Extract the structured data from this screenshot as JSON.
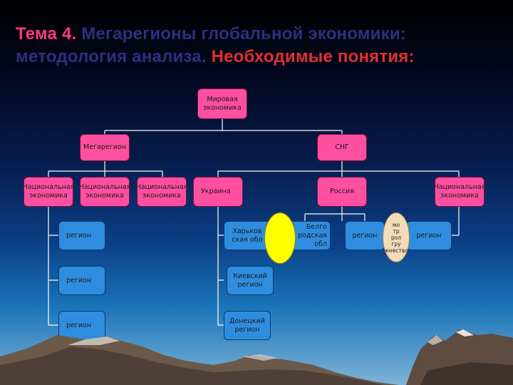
{
  "title": {
    "part1": "Тема 4.",
    "part2": " Мегарегионы глобальной экономики: методология анализа.",
    "part3": " Необходимые понятия:"
  },
  "nodes": {
    "world_economy": "Мировая\nэкономика",
    "megaregion": "Мегарегион",
    "cis": "СНГ",
    "nat_econ_1": "Национальная\nэкономика",
    "nat_econ_2": "Национальная\nэкономика",
    "nat_econ_3": "Национальная\nэкономика",
    "ukraine": "Украина",
    "russia": "Россия",
    "nat_econ_4": "Национальная\nэкономика",
    "region_1": "регион",
    "region_2": "регион",
    "region_3": "регион",
    "kharkov": "Харьков\nская обл",
    "belgorod": "Белго\nродская\nобл",
    "region_ru": "регион",
    "region_4": "регион",
    "kiev": "Киевский\nрегион",
    "donetsk": "Донецкий\nрегион",
    "oval_text": "мо\nтр\nрол\nгру\nжнества"
  },
  "colors": {
    "pink": "#ff4fa0",
    "blue": "#2f8de0",
    "title_main": "#2f2f7f",
    "title_accent": "#ff3b7a",
    "title_red": "#e03030",
    "oval_yellow": "#ffff00"
  }
}
